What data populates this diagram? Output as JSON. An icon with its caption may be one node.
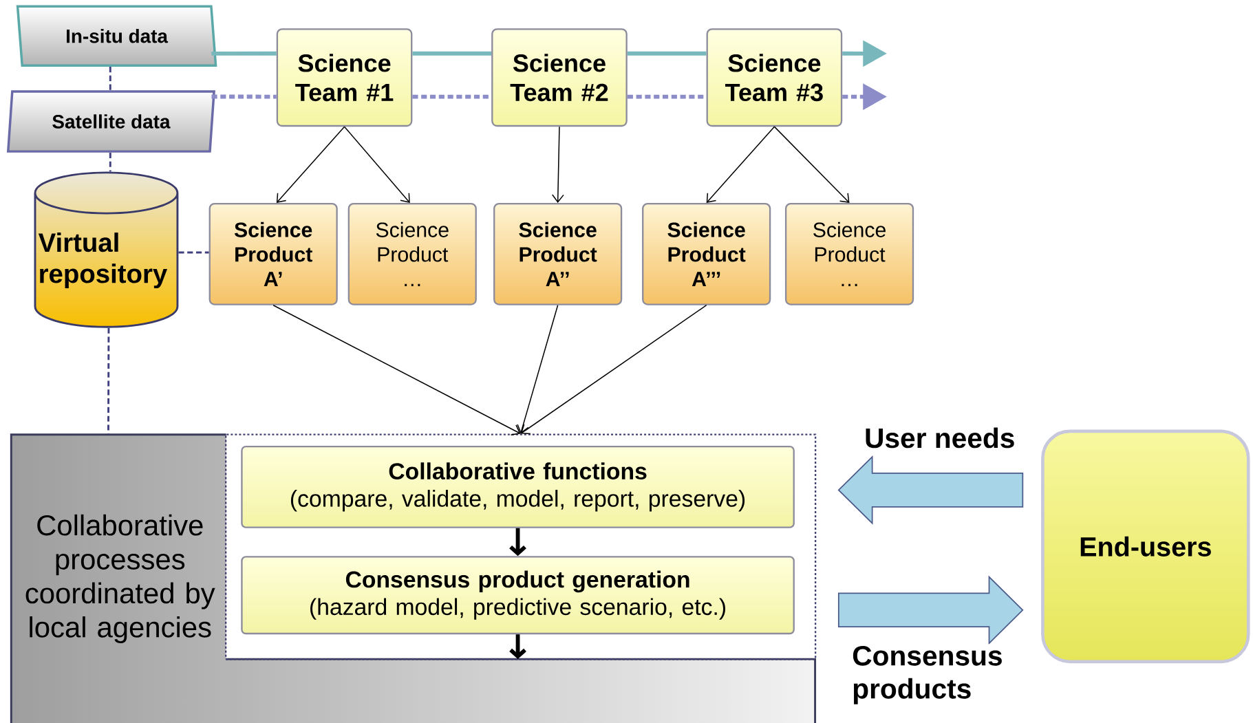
{
  "diagram": {
    "nodes": [
      {
        "text": [
          "In-situ data"
        ]
      },
      {
        "text": [
          "Satellite data"
        ]
      },
      {
        "text": [
          "Science Team #1"
        ]
      },
      {
        "text": [
          "Science Team #2"
        ]
      },
      {
        "text": [
          "Science Team #3"
        ]
      },
      {
        "text": [
          "Virtual repository"
        ]
      },
      {
        "text": [
          "Science Product A’"
        ]
      },
      {
        "text": [
          "Science Product …"
        ]
      },
      {
        "text": [
          "Science Product A’’"
        ]
      },
      {
        "text": [
          "Science Product A’’’"
        ]
      },
      {
        "text": [
          "Science Product …"
        ]
      },
      {
        "text": [
          "Collaborative processes coordinated by local agencies"
        ]
      },
      {
        "text": [],
        "shape": "box",
        "in": 11
      },
      {
        "text": [
          "Collaborative functions",
          "(compare, validate, model, report, preserve)"
        ],
        "in": 12
      },
      {
        "text": [
          "Consensus product generation",
          "(hazard model, predictive scenario, etc.)"
        ],
        "in": 12
      },
      {
        "text": [
          "End-users"
        ]
      }
    ],
    "edges": [
      {
        "from": 0,
        "to": 1,
        "arrow": "none",
        "style": "dashed",
        "color": "#404080"
      },
      {
        "from": 1,
        "to": 5,
        "arrow": "none",
        "style": "dashed",
        "color": "#404080"
      },
      {
        "from": 5,
        "to": 6,
        "arrow": "none",
        "style": "dashed",
        "color": "#404080"
      },
      {
        "from": 5,
        "to": 11,
        "arrow": "none",
        "style": "dashed",
        "color": "#404080"
      },
      {
        "from": 0,
        "to": 2,
        "arrow": "none",
        "style": "thick",
        "color": "#78b8bc"
      },
      {
        "from": 2,
        "to": 3,
        "arrow": "none",
        "style": "thick",
        "color": "#78b8bc"
      },
      {
        "from": 3,
        "to": 4,
        "arrow": "none",
        "style": "thick",
        "color": "#78b8bc"
      },
      {
        "from": 4,
        "to": null,
        "arrow": "to",
        "style": "thick",
        "color": "#78b8bc"
      },
      {
        "from": 1,
        "to": 2,
        "arrow": "none",
        "style": "dashed",
        "color": "#8c8cc8"
      },
      {
        "from": 2,
        "to": 3,
        "arrow": "none",
        "style": "dashed",
        "color": "#8c8cc8"
      },
      {
        "from": 3,
        "to": 4,
        "arrow": "none",
        "style": "dashed",
        "color": "#8c8cc8"
      },
      {
        "from": 4,
        "to": null,
        "arrow": "to",
        "style": "dashed",
        "color": "#8c8cc8"
      },
      {
        "from": 2,
        "to": 6,
        "arrow": "to"
      },
      {
        "from": 2,
        "to": 7,
        "arrow": "to"
      },
      {
        "from": 3,
        "to": 8,
        "arrow": "to"
      },
      {
        "from": 4,
        "to": 9,
        "arrow": "to"
      },
      {
        "from": 4,
        "to": 10,
        "arrow": "to"
      },
      {
        "from": 6,
        "to": 12,
        "arrow": "to"
      },
      {
        "from": 8,
        "to": 12,
        "arrow": "to"
      },
      {
        "from": 9,
        "to": 12,
        "arrow": "to"
      },
      {
        "from": 13,
        "to": 14,
        "arrow": "to",
        "style": "thick"
      },
      {
        "from": 14,
        "to": null,
        "arrow": "to",
        "style": "thick"
      },
      {
        "from": 15,
        "to": 12,
        "arrow": "to",
        "label": "User needs",
        "color": "#a8d4e8"
      },
      {
        "from": 12,
        "to": 15,
        "arrow": "to",
        "label": "Consensus products",
        "color": "#a8d4e8"
      }
    ]
  }
}
